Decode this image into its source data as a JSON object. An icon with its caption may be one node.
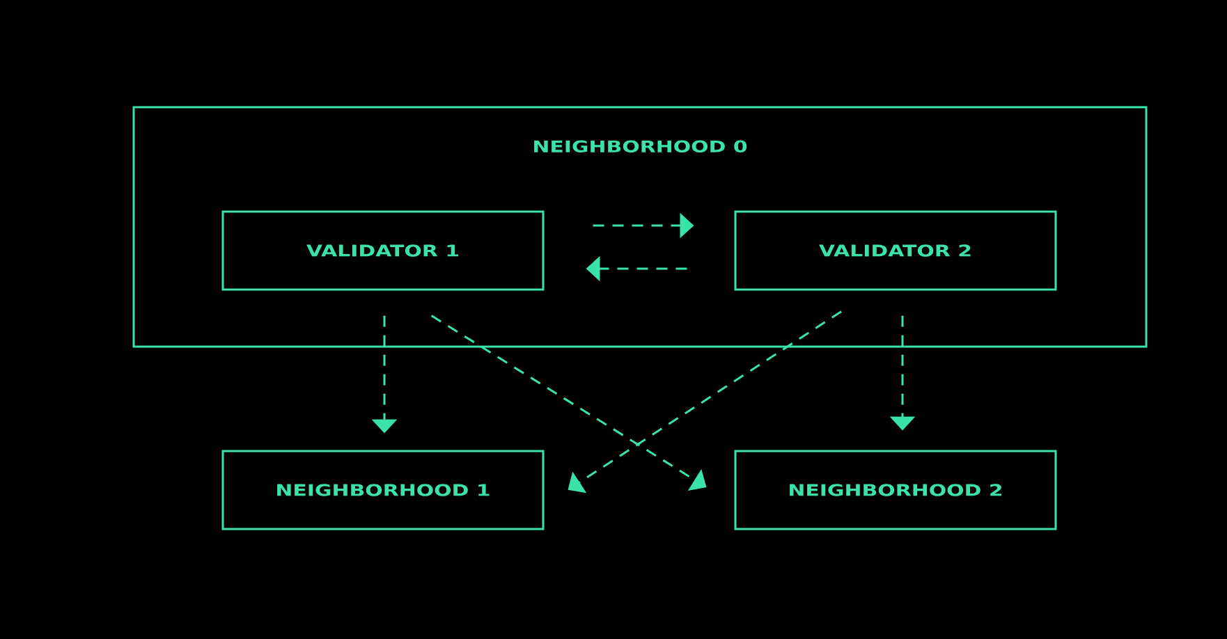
{
  "diagram": {
    "nodes": [
      {
        "text": [
          "NEIGHBORHOOD 0"
        ]
      },
      {
        "text": [
          "VALIDATOR 1"
        ],
        "in": 0
      },
      {
        "text": [
          "VALIDATOR 2"
        ],
        "in": 0
      },
      {
        "text": [
          "NEIGHBORHOOD 1"
        ]
      },
      {
        "text": [
          "NEIGHBORHOOD 2"
        ]
      }
    ],
    "edges": [
      {
        "from": 1,
        "to": 2,
        "arrow": "to",
        "style": "dashed"
      },
      {
        "from": 2,
        "to": 1,
        "arrow": "to",
        "style": "dashed"
      },
      {
        "from": 1,
        "to": 3,
        "arrow": "to",
        "style": "dashed"
      },
      {
        "from": 1,
        "to": 4,
        "arrow": "to",
        "style": "dashed"
      },
      {
        "from": 2,
        "to": 3,
        "arrow": "to",
        "style": "dashed"
      },
      {
        "from": 2,
        "to": 4,
        "arrow": "to",
        "style": "dashed"
      }
    ]
  }
}
